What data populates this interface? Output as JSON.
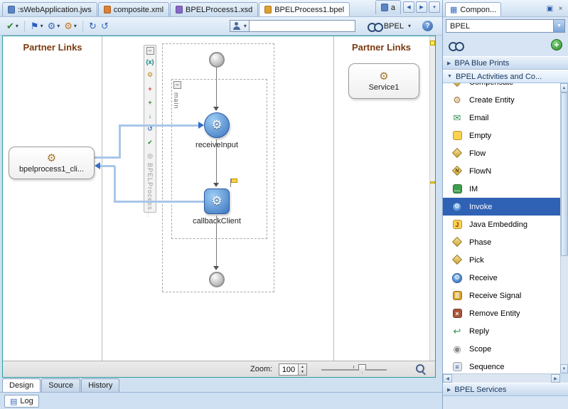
{
  "icons": {
    "check": "✔",
    "flag": "⚑",
    "gear": "⚙",
    "gear2": "⚙",
    "refresh": "↻",
    "sync": "↺",
    "dropdown": "▾",
    "combo_down": "▼",
    "prev": "◀",
    "next": "▶",
    "up": "▲",
    "down": "▼",
    "left": "◀",
    "right": "▶",
    "help": "?",
    "close": "×",
    "restore": "▣",
    "collapse": "−",
    "expand_tri": "▶",
    "collapse_tri": "▼",
    "plus": "+",
    "palette_tab": "▦",
    "log": "▤"
  },
  "tabs": {
    "editor_tabs": [
      {
        "label": ":sWebApplication.jws",
        "icon_color": "#5a86c8",
        "active": false
      },
      {
        "label": "composite.xml",
        "icon_color": "#e08030",
        "active": false
      },
      {
        "label": "BPELProcess1.xsd",
        "icon_color": "#8868c8",
        "active": false
      },
      {
        "label": "BPELProcess1.bpel",
        "icon_color": "#e0a030",
        "active": true
      },
      {
        "label": "a",
        "icon_color": "#5a86c8",
        "active": false
      }
    ]
  },
  "toolbar": {
    "search_value": "",
    "finder_label": "BPEL"
  },
  "palette": {
    "tab_label": "Compon...",
    "selector_value": "BPEL",
    "sections": {
      "bpa": "BPA Blue Prints",
      "activities": "BPEL Activities and Co...",
      "services": "BPEL Services"
    },
    "items": [
      {
        "label": "Compensate",
        "shape": "diamond",
        "char": ""
      },
      {
        "label": "Create Entity",
        "shape": "glyph",
        "char": "⚙",
        "color": "#a9752f"
      },
      {
        "label": "Email",
        "shape": "glyph",
        "char": "✉",
        "color": "#2f8f4f"
      },
      {
        "label": "Empty",
        "shape": "box",
        "char": "",
        "color": "#ffd24d"
      },
      {
        "label": "Flow",
        "shape": "diamond",
        "char": ""
      },
      {
        "label": "FlowN",
        "shape": "diamond",
        "char": "N"
      },
      {
        "label": "IM",
        "shape": "box",
        "char": "…",
        "color": "#3f9e4d"
      },
      {
        "label": "Invoke",
        "shape": "circle",
        "char": "⚙",
        "selected": true
      },
      {
        "label": "Java Embedding",
        "shape": "box",
        "char": "J",
        "color": "#ffd24d",
        "char_color": "#7a3a10"
      },
      {
        "label": "Phase",
        "shape": "diamond",
        "char": ""
      },
      {
        "label": "Pick",
        "shape": "diamond",
        "char": ""
      },
      {
        "label": "Receive",
        "shape": "circle",
        "char": "⚙"
      },
      {
        "label": "Receive Signal",
        "shape": "box",
        "char": "≣",
        "color": "#d9a62e"
      },
      {
        "label": "Remove Entity",
        "shape": "box",
        "char": "×",
        "color": "#a9543a"
      },
      {
        "label": "Reply",
        "shape": "glyph",
        "char": "↩",
        "color": "#2f8f4f"
      },
      {
        "label": "Scope",
        "shape": "glyph",
        "char": "◉",
        "color": "#8a8a8a"
      },
      {
        "label": "Sequence",
        "shape": "box",
        "char": "≡",
        "color": "#dfe7f0",
        "char_color": "#33508a"
      }
    ]
  },
  "canvas": {
    "left_lane_title": "Partner Links",
    "right_lane_title": "Partner Links",
    "scope_label": "main",
    "process_label": "BPELProcess...",
    "nodes": {
      "client": "bpelprocess1_cli...",
      "service": "Service1",
      "receive": "receiveInput",
      "callback": "callbackClient"
    },
    "strip_icons": [
      {
        "name": "variables",
        "char": "(x)",
        "color": "#0a8080"
      },
      {
        "name": "partner-properties",
        "char": "⚙",
        "color": "#b8860b"
      },
      {
        "name": "add-partner",
        "char": "+",
        "color": "#c43c2a"
      },
      {
        "name": "add-variable",
        "char": "+",
        "color": "#2e8b2e"
      },
      {
        "name": "import",
        "char": "↓",
        "color": "#2e8b2e"
      },
      {
        "name": "refresh",
        "char": "↺",
        "color": "#3a6cc0"
      },
      {
        "name": "validate",
        "char": "✔",
        "color": "#2e8b2e"
      },
      {
        "name": "monitor",
        "char": "◎",
        "color": "#888888"
      }
    ]
  },
  "zoom": {
    "label": "Zoom:",
    "value": "100"
  },
  "bottom_tabs": [
    {
      "label": "Design",
      "active": true
    },
    {
      "label": "Source",
      "active": false
    },
    {
      "label": "History",
      "active": false
    }
  ],
  "log": {
    "label": "Log"
  }
}
